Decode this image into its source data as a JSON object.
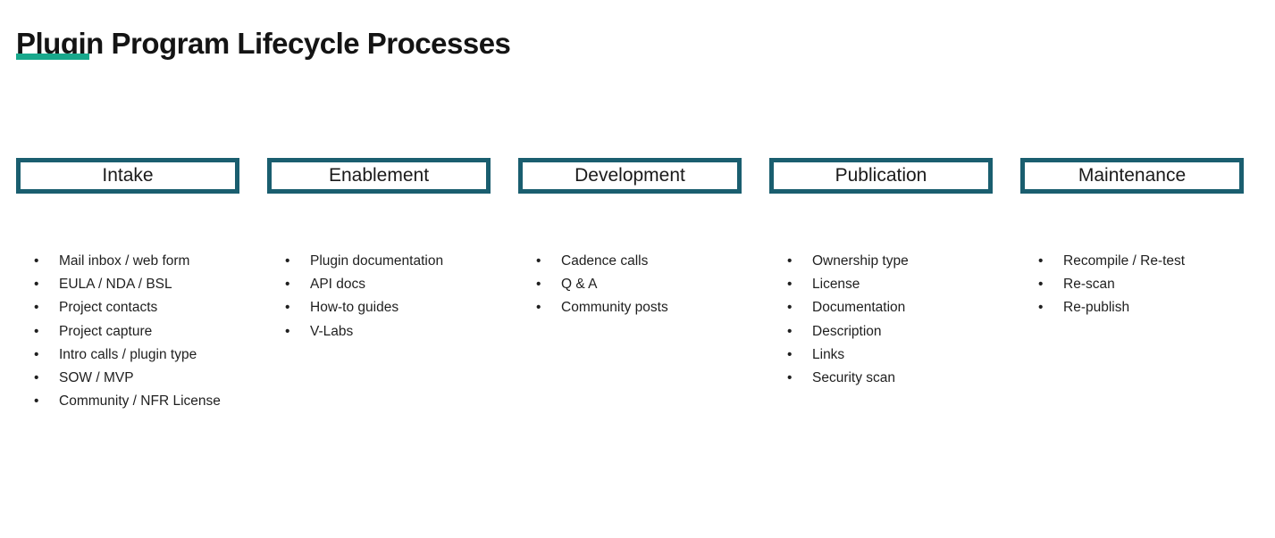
{
  "slide": {
    "title": "Plugin Program Lifecycle Processes"
  },
  "colors": {
    "accent_green": "#18A88C",
    "box_border_teal": "#1A5E6F",
    "text_dark": "#1F1F1F",
    "background": "#FFFFFF"
  },
  "columns": [
    {
      "header": "Intake",
      "items": [
        "Mail inbox / web form",
        "EULA / NDA / BSL",
        "Project contacts",
        "Project capture",
        "Intro calls / plugin type",
        "SOW / MVP",
        "Community / NFR License"
      ]
    },
    {
      "header": "Enablement",
      "items": [
        "Plugin documentation",
        "API docs",
        "How-to guides",
        "V-Labs"
      ]
    },
    {
      "header": "Development",
      "items": [
        "Cadence calls",
        "Q & A",
        "Community posts"
      ]
    },
    {
      "header": "Publication",
      "items": [
        "Ownership type",
        "License",
        "Documentation",
        "Description",
        "Links",
        "Security scan"
      ]
    },
    {
      "header": "Maintenance",
      "items": [
        "Recompile / Re-test",
        "Re-scan",
        "Re-publish"
      ]
    }
  ]
}
